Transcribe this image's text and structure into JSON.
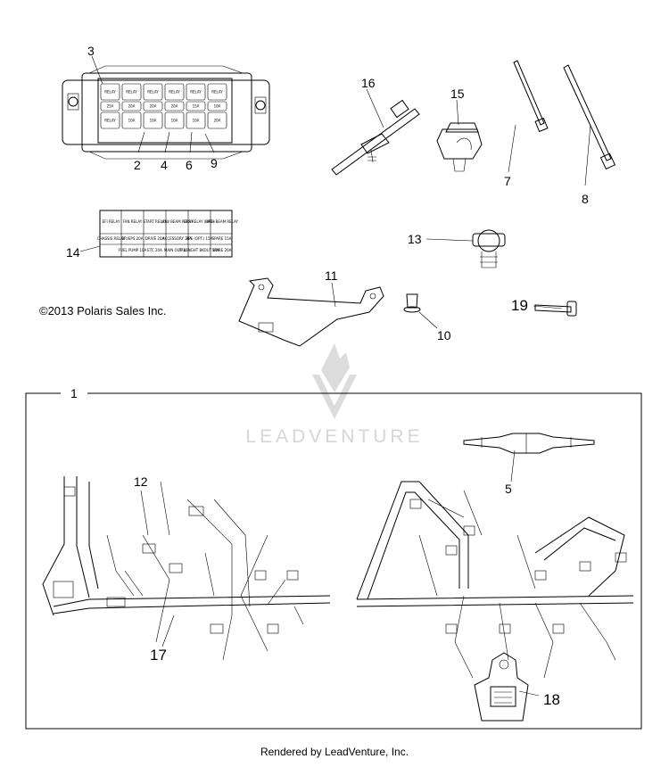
{
  "copyright": "©2013 Polaris Sales Inc.",
  "footer": "Rendered by LeadVenture, Inc.",
  "watermark": "LEADVENTURE",
  "callouts": {
    "c1": "1",
    "c2": "2",
    "c3": "3",
    "c4": "4",
    "c5": "5",
    "c6": "6",
    "c7": "7",
    "c8": "8",
    "c9": "9",
    "c10": "10",
    "c11": "11",
    "c12": "12",
    "c13": "13",
    "c14": "14",
    "c15": "15",
    "c16": "16",
    "c17": "17",
    "c18": "18",
    "c19": "19"
  },
  "fuse_box": {
    "row1": [
      "RELAY",
      "RELAY",
      "RELAY",
      "RELAY",
      "RELAY",
      "RELAY"
    ],
    "row2": [
      "25A",
      "20A",
      "20A",
      "20A",
      "15A",
      "10A"
    ],
    "row3": [
      "RELAY",
      "10A",
      "10A",
      "10A",
      "10A",
      "20A"
    ]
  },
  "label_card": {
    "row1": [
      "EFI RELAY",
      "FAN RELAY",
      "START RELAY",
      "LOW BEAM RELAY",
      "EPS RELAY (OPT.)",
      "HIGH BEAM RELAY"
    ],
    "row2": [
      "CHASSIS RELAY",
      "EFI/EPS 20A",
      "DRIVE 20A",
      "ACCESSORY 20A",
      "EPS (OPT.) 15A",
      "SPARE 15A"
    ],
    "row3": [
      "",
      "FUEL PUMP 10A",
      "ETC 20A",
      "MAIN OUT 10A",
      "TAIL LIGHT BKOUT 10A",
      "SPARE 20A"
    ]
  }
}
